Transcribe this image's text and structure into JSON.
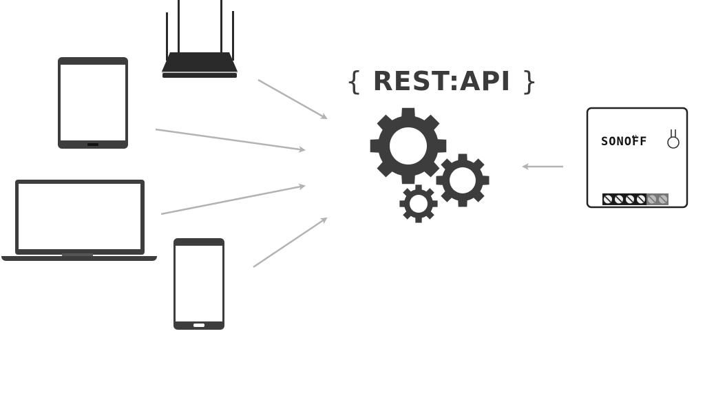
{
  "diagram": {
    "title": {
      "open_brace": "{",
      "text": "REST:API",
      "close_brace": "}"
    },
    "hub_icon": "gears-icon",
    "clients": [
      {
        "name": "router",
        "icon": "router-icon"
      },
      {
        "name": "tablet",
        "icon": "tablet-icon"
      },
      {
        "name": "laptop",
        "icon": "laptop-icon"
      },
      {
        "name": "smartphone",
        "icon": "smartphone-icon"
      }
    ],
    "device": {
      "brand": "SONOFF",
      "icon": "sonoff-switch-icon",
      "terminal_count": 6
    },
    "colors": {
      "icon_dark": "#3d3d3d",
      "arrow": "#b3b3b3",
      "text": "#3b3b3b"
    }
  }
}
